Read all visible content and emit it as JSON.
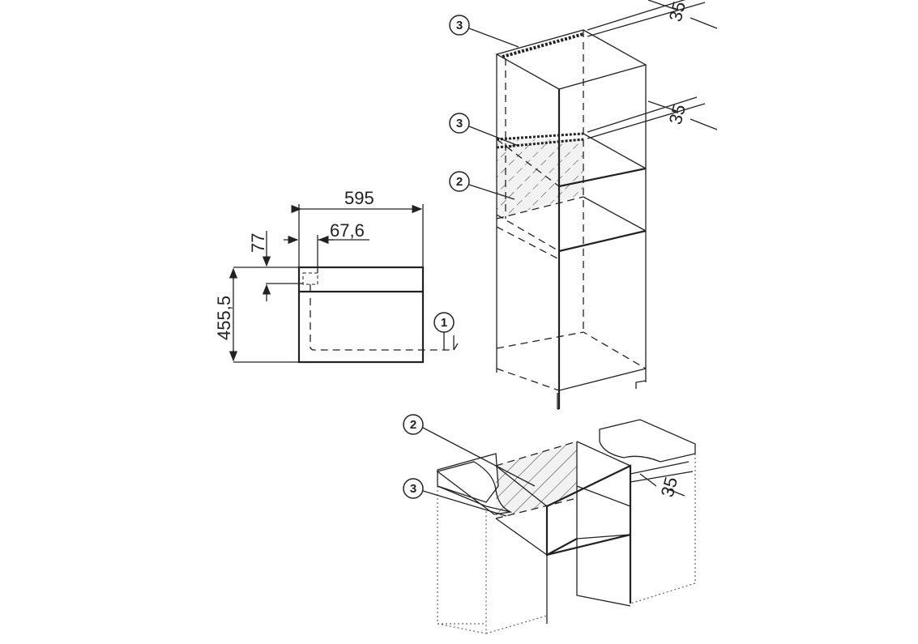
{
  "dimensions": {
    "width": "595",
    "offset_x": "67,6",
    "offset_y": "77",
    "height": "455,5",
    "gap_top_cabinet": "35",
    "gap_mid_cabinet": "35",
    "gap_base_cabinet": "35"
  },
  "callouts": {
    "connection": "1",
    "vent_tall": "2",
    "vent_base": "2",
    "top_tall": "3",
    "shelf_tall": "3",
    "shelf_base": "3"
  },
  "colors": {
    "appliance_fill": "#e3e3e3",
    "line": "#222222"
  }
}
